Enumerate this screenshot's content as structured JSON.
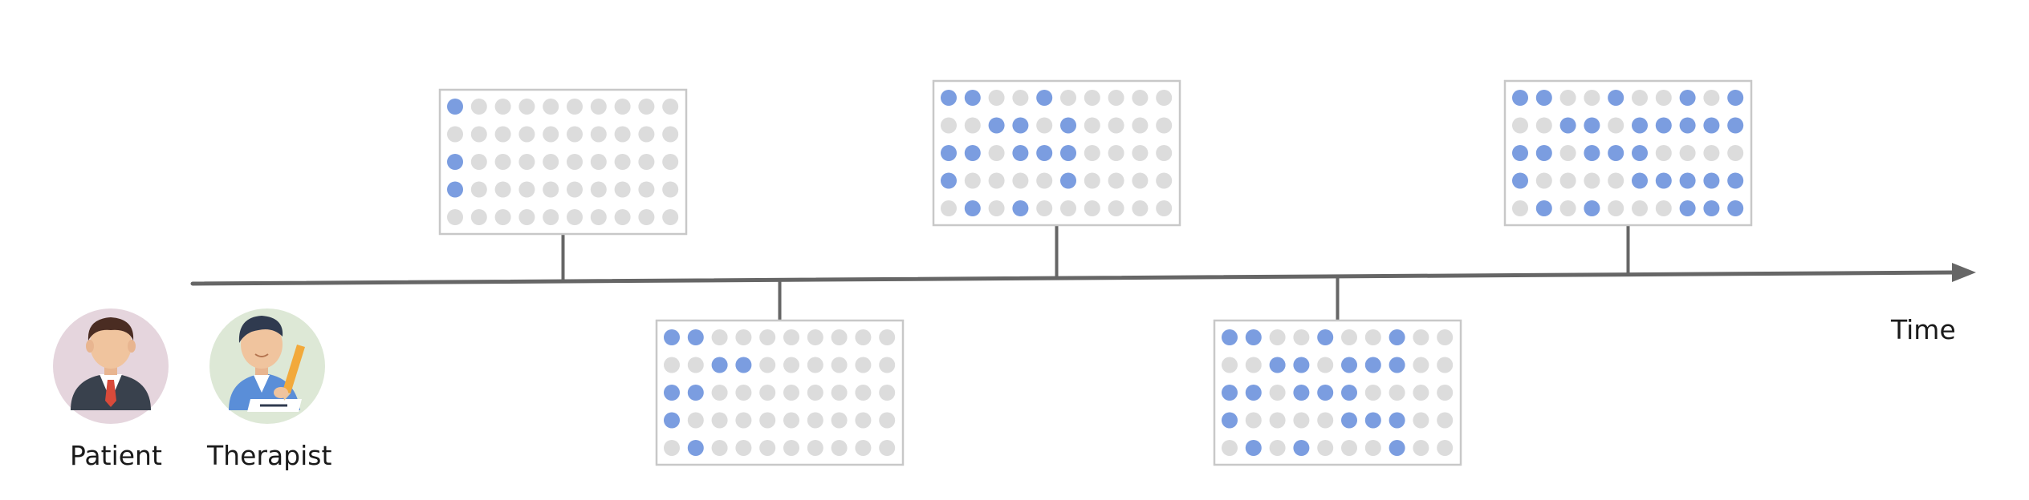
{
  "labels": {
    "time": "Time",
    "patient": "Patient",
    "therapist": "Therapist"
  },
  "colors": {
    "axis": "#666666",
    "dot_on": "#7b9de0",
    "dot_off": "#dcdcdc",
    "panel_border": "#c8c8c8",
    "patient_bg": "#e5d5dd",
    "therapist_bg": "#dde8d6"
  },
  "icons": {
    "patient": "patient-avatar-icon",
    "therapist": "therapist-avatar-icon"
  },
  "timeline": [
    {
      "position": "above",
      "grid": [
        "1000000000",
        "0000000000",
        "1000000000",
        "1000000000",
        "0000000000"
      ]
    },
    {
      "position": "below",
      "grid": [
        "1100000000",
        "0011000000",
        "1100000000",
        "1000000000",
        "0100000000"
      ]
    },
    {
      "position": "above",
      "grid": [
        "1100100000",
        "0011010000",
        "1101110000",
        "1000010000",
        "0101000000"
      ]
    },
    {
      "position": "below",
      "grid": [
        "1100100100",
        "0011011100",
        "1101110000",
        "1000011100",
        "0101000100"
      ]
    },
    {
      "position": "above",
      "grid": [
        "1100100101",
        "0011011111",
        "1101110000",
        "1000011111",
        "0101000111"
      ]
    }
  ]
}
